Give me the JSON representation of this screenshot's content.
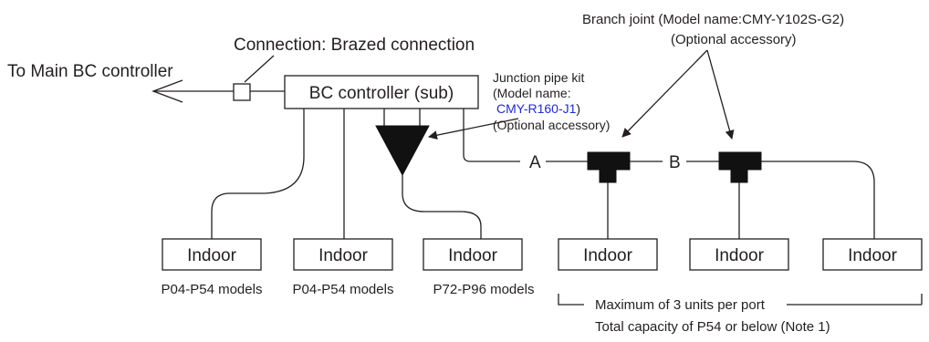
{
  "labels": {
    "to_main": "To Main BC controller",
    "connection": "Connection: Brazed connection",
    "bc_sub": "BC controller (sub)",
    "junction_kit_1": "Junction pipe kit",
    "junction_kit_2": "(Model name:",
    "junction_kit_model": "CMY-R160-J1",
    "junction_kit_close": ")",
    "junction_kit_optional": "(Optional accessory)",
    "branch_joint_1": "Branch joint (Model name:CMY-Y102S-G2)",
    "branch_joint_2": "(Optional accessory)",
    "pipe_a": "A",
    "pipe_b": "B",
    "note_max_units": "Maximum of 3 units per port",
    "note_total_capacity": "Total capacity of P54 or below (Note 1)"
  },
  "indoor_units": [
    {
      "label": "Indoor",
      "caption": "P04-P54 models"
    },
    {
      "label": "Indoor",
      "caption": "P04-P54 models"
    },
    {
      "label": "Indoor",
      "caption": "P72-P96 models"
    },
    {
      "label": "Indoor",
      "caption": ""
    },
    {
      "label": "Indoor",
      "caption": ""
    },
    {
      "label": "Indoor",
      "caption": ""
    }
  ],
  "colors": {
    "ink": "#231f20",
    "model_link": "#1f2bd6",
    "fill": "#111111"
  }
}
